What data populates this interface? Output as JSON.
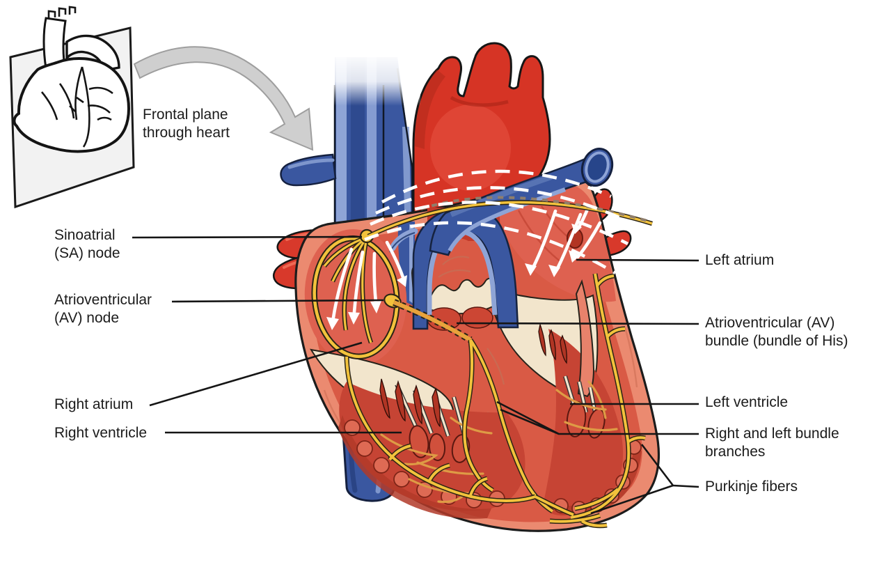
{
  "inset": {
    "caption_line1": "Frontal plane",
    "caption_line2": "through heart"
  },
  "labels": {
    "sinoatrial_node": {
      "line1": "Sinoatrial",
      "line2": "(SA) node"
    },
    "atrioventricular_node": {
      "line1": "Atrioventricular",
      "line2": "(AV) node"
    },
    "right_atrium": {
      "line1": "Right atrium",
      "line2": ""
    },
    "right_ventricle": {
      "line1": "Right ventricle",
      "line2": ""
    },
    "left_atrium": {
      "line1": "Left atrium",
      "line2": ""
    },
    "atrioventricular_bundle": {
      "line1": "Atrioventricular (AV)",
      "line2": "bundle (bundle of His)"
    },
    "left_ventricle": {
      "line1": "Left ventricle",
      "line2": ""
    },
    "bundle_branches": {
      "line1": "Right and left bundle",
      "line2": "branches"
    },
    "purkinje_fibers": {
      "line1": "Purkinje fibers",
      "line2": ""
    }
  },
  "colors": {
    "vein_blue": "#3A57A0",
    "vein_blue_dark": "#27458A",
    "vein_blue_light": "#8EA4D6",
    "artery_red": "#D63425",
    "artery_red_dark": "#A82518",
    "heart_wall_salmon": "#EB8A70",
    "myocardium_red": "#D95A45",
    "chamber_red": "#DE6150",
    "cavity_dark_red": "#C64434",
    "fibrous_cream": "#F2E5CC",
    "conduction_yellow": "#F2C23C",
    "fiber_orange": "#DE9B45",
    "impulse_white": "#FFFFFF",
    "dashed_gray_brown": "#8F7E6C",
    "leader_black": "#151515",
    "plane_gray": "#F2F2F2",
    "arrow_gray": "#CFCFCF"
  }
}
